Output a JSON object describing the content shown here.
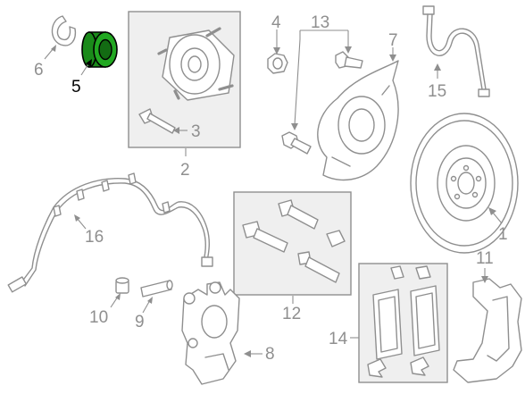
{
  "highlight_color": "#1f9e1f",
  "line_color": "#8f8f8f",
  "callouts": {
    "c1": "1",
    "c2": "2",
    "c3": "3",
    "c4": "4",
    "c5": "5",
    "c6": "6",
    "c7": "7",
    "c8": "8",
    "c9": "9",
    "c10": "10",
    "c11": "11",
    "c12": "12",
    "c13": "13",
    "c14": "14",
    "c15": "15",
    "c16": "16"
  }
}
